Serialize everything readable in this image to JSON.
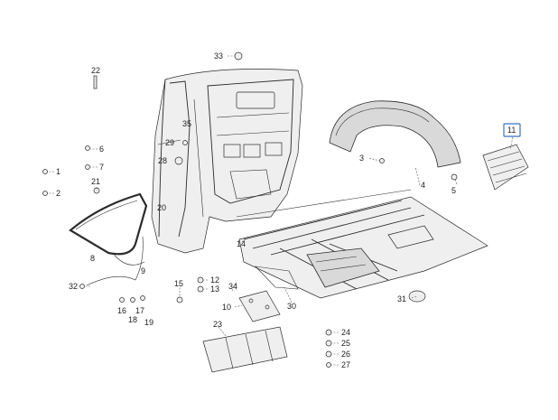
{
  "diagram": {
    "colors": {
      "line": "#2b2b2b",
      "highlight": "#3b72c4",
      "shade": "#d9d9d9"
    },
    "highlighted_part": "11",
    "callouts": {
      "c1": "1",
      "c2": "2",
      "c3": "3",
      "c4": "4",
      "c5": "5",
      "c6": "6",
      "c7": "7",
      "c8": "8",
      "c9": "9",
      "c10": "10",
      "c11": "11",
      "c12": "12",
      "c13": "13",
      "c14": "14",
      "c15": "15",
      "c16": "16",
      "c17": "17",
      "c18": "18",
      "c19": "19",
      "c20": "20",
      "c21": "21",
      "c22": "22",
      "c23": "23",
      "c24": "24",
      "c25": "25",
      "c26": "26",
      "c27": "27",
      "c28": "28",
      "c29": "29",
      "c30": "30",
      "c31": "31",
      "c32": "32",
      "c33": "33",
      "c34": "34",
      "c35": "35"
    }
  }
}
